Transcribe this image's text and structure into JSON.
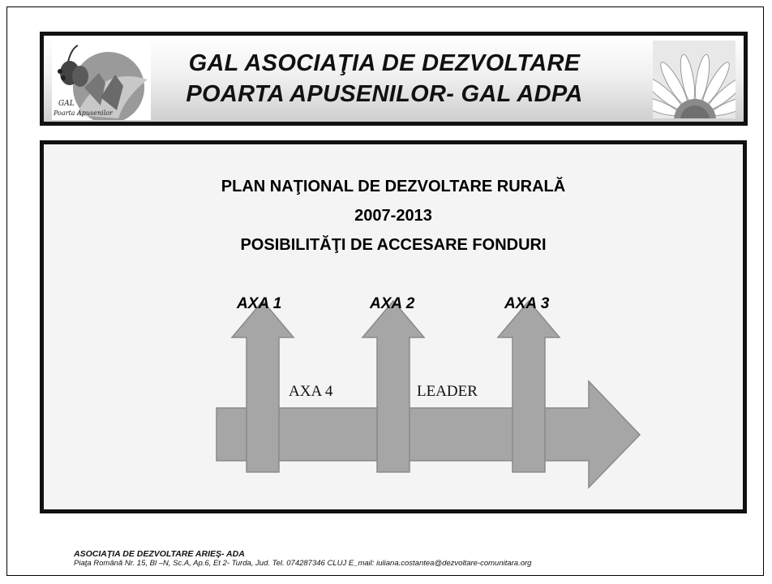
{
  "header": {
    "title_line_1": "GAL ASOCIAŢIA DE DEZVOLTARE",
    "title_line_2": "POARTA APUSENILOR- GAL ADPA",
    "logo_left_text": "GAL Poarta Apusenilor",
    "logo_left_small": "GAL",
    "logo_left_caption": "Poarta Apusenilor"
  },
  "content": {
    "title_1": "PLAN NAŢIONAL DE DEZVOLTARE RURALĂ",
    "title_2": "2007-2013",
    "title_3": "POSIBILITĂŢI DE ACCESARE FONDURI",
    "diagram": {
      "axes": [
        "AXA 1",
        "AXA 2",
        "AXA 3"
      ],
      "axa4_label": "AXA 4",
      "leader_label": "LEADER"
    }
  },
  "footer": {
    "organization": "ASOCIAŢIA  DE  DEZVOLTARE  ARIEŞ- ADA",
    "address": "Piaţa Română Nr. 15, Bl –N, Sc.A, Ap.6, Et 2- Turda, Jud. Tel. 074287346  CLUJ E_mail: iuliana.costantea@dezvoltare-comunitara.org"
  }
}
